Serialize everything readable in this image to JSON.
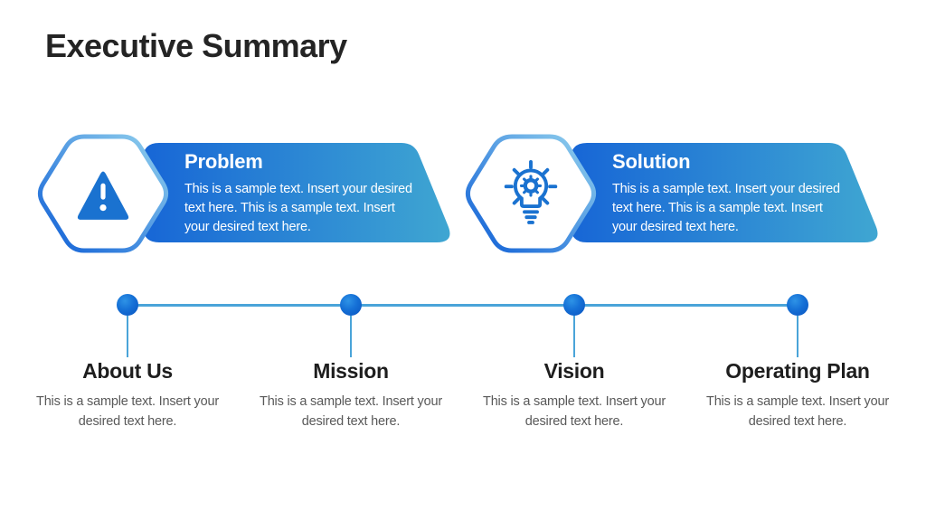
{
  "slide": {
    "title": "Executive Summary"
  },
  "cards": [
    {
      "title": "Problem",
      "body": "This is a sample text. Insert your desired text here. This is a sample text. Insert your desired text here.",
      "icon": "warning-triangle-icon"
    },
    {
      "title": "Solution",
      "body": "This is a sample text. Insert your desired text here. This is a sample text. Insert your desired text here.",
      "icon": "lightbulb-gear-icon"
    }
  ],
  "timeline": {
    "items": [
      {
        "title": "About Us",
        "body": "This is a sample text. Insert your desired text here."
      },
      {
        "title": "Mission",
        "body": "This is a sample text. Insert your desired text here."
      },
      {
        "title": "Vision",
        "body": "This is a sample text. Insert your desired text here."
      },
      {
        "title": "Operating Plan",
        "body": "This is a sample text. Insert your desired text here."
      }
    ]
  },
  "colors": {
    "banner_gradient_start": "#1766d6",
    "banner_gradient_end": "#3fa6d2",
    "hex_border_start": "#0e5ed6",
    "hex_border_end": "#93d2ee",
    "icon_blue": "#1a72d0",
    "timeline_line": "#4aa4d9",
    "dot_blue_light": "#2e93e6",
    "dot_blue_dark": "#0953bf",
    "title_color": "#242424",
    "heading_color": "#1e1e1e",
    "muted_text": "#595959",
    "card_text": "#ffffff"
  }
}
